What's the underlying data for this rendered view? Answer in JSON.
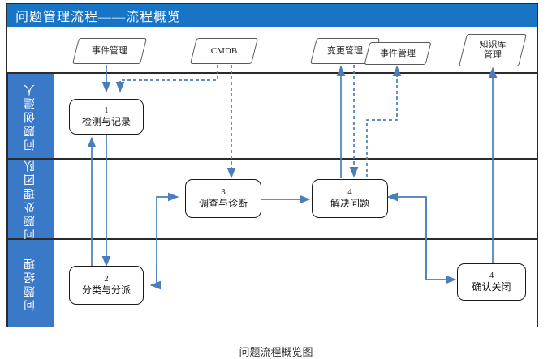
{
  "header": {
    "title": "问题管理流程——流程概览",
    "bg_color": "#1874C4",
    "text_color": "#FFFFFF"
  },
  "caption": "问题流程概览图",
  "colors": {
    "header_blue": "#1874C4",
    "lane_blue": "#3A78C8",
    "connector_blue": "#4A7EBB",
    "border_dark": "#2B2B2B",
    "shape_border": "#595959",
    "box_border": "#1A1A1A",
    "canvas": "#FFFFFF"
  },
  "external_entities": [
    {
      "name": "incident-management-source",
      "label": "事件管理"
    },
    {
      "name": "cmdb-source",
      "label": "CMDB"
    },
    {
      "name": "change-management-target",
      "label": "变更管理"
    },
    {
      "name": "incident-management-target",
      "label": "事件管理"
    },
    {
      "name": "knowledge-base-target",
      "label": "知识库\n管理"
    }
  ],
  "lanes": [
    {
      "name": "lane-problem-creator",
      "label": "问题创建人"
    },
    {
      "name": "lane-problem-team",
      "label": "问题处理团队"
    },
    {
      "name": "lane-problem-manager",
      "label": "问题经理"
    }
  ],
  "activities": [
    {
      "name": "activity-detect-record",
      "number": "1",
      "label": "检测与记录",
      "lane": "问题创建人"
    },
    {
      "name": "activity-classify-assign",
      "number": "2",
      "label": "分类与分派",
      "lane": "问题经理"
    },
    {
      "name": "activity-investigate",
      "number": "3",
      "label": "调查与诊断",
      "lane": "问题处理团队"
    },
    {
      "name": "activity-resolve",
      "number": "4",
      "label": "解决问题",
      "lane": "问题处理团队"
    },
    {
      "name": "activity-confirm-close",
      "number": "4",
      "label": "确认关闭",
      "lane": "问题经理"
    }
  ]
}
